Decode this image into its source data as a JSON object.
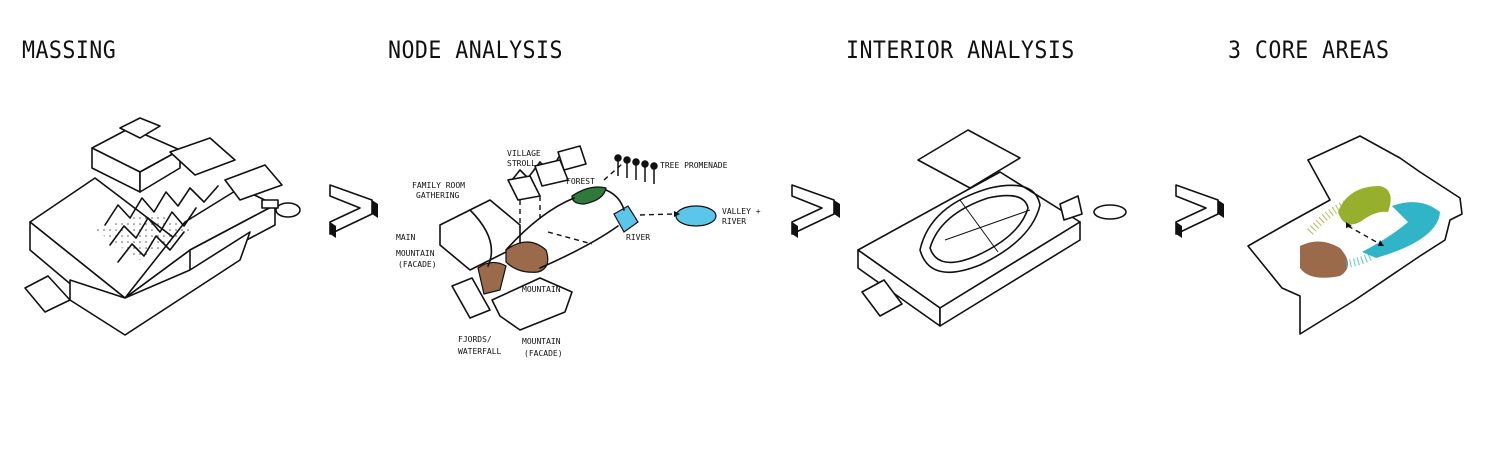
{
  "panels": [
    {
      "id": "massing",
      "title": "MASSING"
    },
    {
      "id": "node",
      "title": "NODE ANALYSIS"
    },
    {
      "id": "interior",
      "title": "INTERIOR ANALYSIS"
    },
    {
      "id": "core",
      "title": "3 CORE AREAS"
    }
  ],
  "node_labels": {
    "village_stroll_1": "VILLAGE",
    "village_stroll_2": "STROLL",
    "forest": "FOREST",
    "tree_promenade": "TREE PROMENADE",
    "family_room_1": "FAMILY ROOM",
    "family_room_2": "GATHERING",
    "valley_river_1": "VALLEY +",
    "valley_river_2": "RIVER",
    "river": "RIVER",
    "main_mountain_1": "MAIN",
    "main_mountain_2": "MOUNTAIN",
    "main_mountain_3": "(FACADE)",
    "mountain": "MOUNTAIN",
    "fjords_1": "FJORDS/",
    "fjords_2": "WATERFALL",
    "mountain_facade_1": "MOUNTAIN",
    "mountain_facade_2": "(FACADE)"
  },
  "colors": {
    "brown": "#9a6a4a",
    "green": "#2f7a3a",
    "blue": "#5cc6ea",
    "teal": "#2fb4c8",
    "olive": "#96b02e",
    "ink": "#111111"
  },
  "icons": [
    "arrow-chevron-icon"
  ]
}
